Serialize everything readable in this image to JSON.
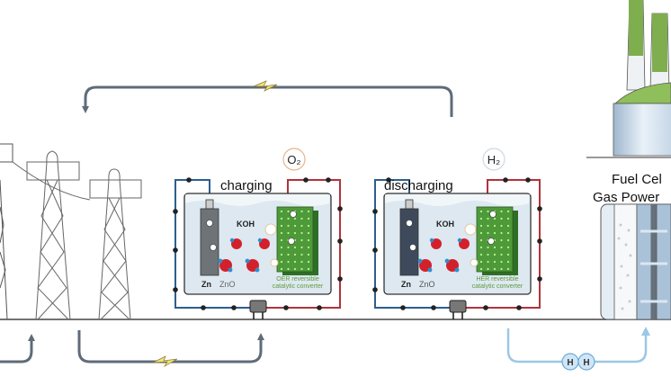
{
  "colors": {
    "arrow": "#5f6b78",
    "anode_wire": "#2c5f8e",
    "cathode_wire": "#b0333a",
    "electrolyte": "#dde8f0",
    "catalyst": "#4e9a3a",
    "bolt": "#f2e27a",
    "h2_line": "#9cc7e6",
    "chimney": "#7fae4e"
  },
  "charging": {
    "title": "charging",
    "gas": "O₂",
    "electrolyte": "KOH",
    "anode": "Zn",
    "product": "ZnO",
    "catalyst_line1": "OER reversible",
    "catalyst_line2": "catalytic converter"
  },
  "discharging": {
    "title": "discharging",
    "gas": "H₂",
    "electrolyte": "KOH",
    "anode": "Zn",
    "product": "ZnO",
    "catalyst_line1": "HER reversible",
    "catalyst_line2": "catalytic converter"
  },
  "plant": {
    "line1": "Fuel Cel",
    "line2": "Gas Power"
  },
  "hydrogen": {
    "atom1": "H",
    "atom2": "H"
  },
  "icons": [
    "lightning-bolt-icon",
    "power-plug-icon",
    "arrow-icon",
    "power-tower-icon",
    "factory-icon"
  ]
}
